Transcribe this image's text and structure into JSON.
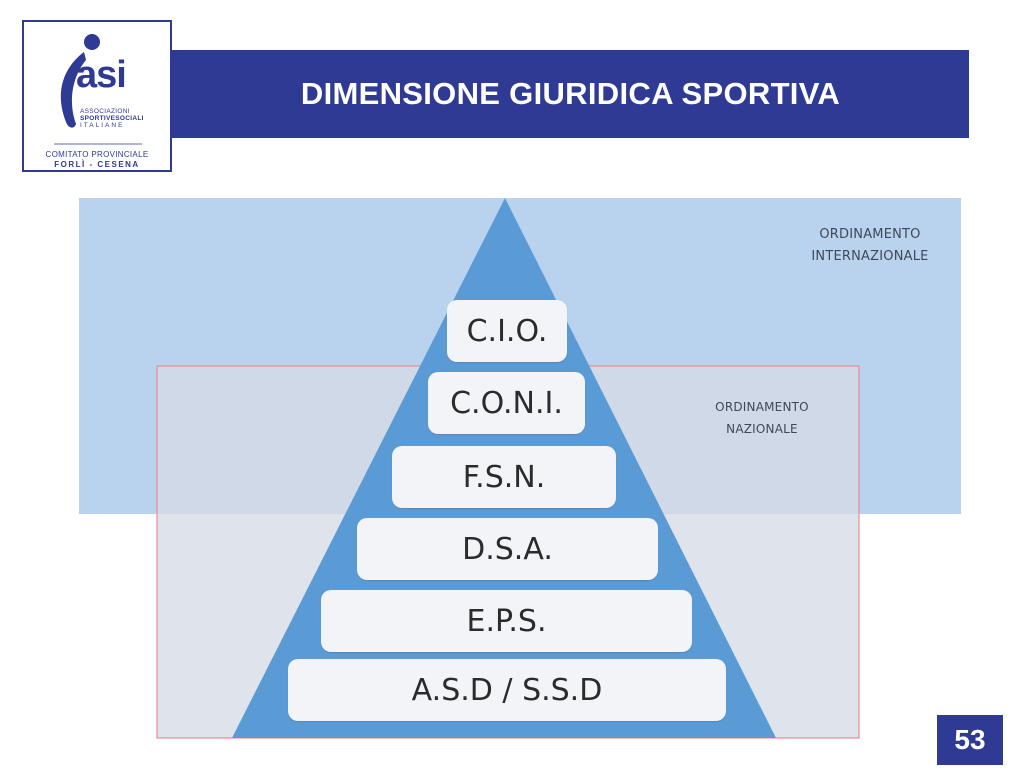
{
  "logo": {
    "main": "asi",
    "sub1": "ASSOCIAZIONI",
    "sub2": "SPORTIVESOCIALI",
    "sub3": "ITALIANE",
    "line1": "COMITATO PROVINCIALE",
    "line2": "FORLÌ - CESENA"
  },
  "title": "DIMENSIONE GIURIDICA SPORTIVA",
  "regions": {
    "internazionale": "ORDINAMENTO INTERNAZIONALE",
    "nazionale": "ORDINAMENTO NAZIONALE"
  },
  "pyramid": {
    "levels": [
      "C.I.O.",
      "C.O.N.I.",
      "F.S.N.",
      "D.S.A.",
      "E.P.S.",
      "A.S.D / S.S.D"
    ]
  },
  "colors": {
    "brand": "#2e3a93",
    "pyramid": "#5b9bd5",
    "international_region": "#b9d3ee",
    "national_region": "#d6dbe5",
    "national_border": "#e58f8f"
  },
  "page_number": "53"
}
